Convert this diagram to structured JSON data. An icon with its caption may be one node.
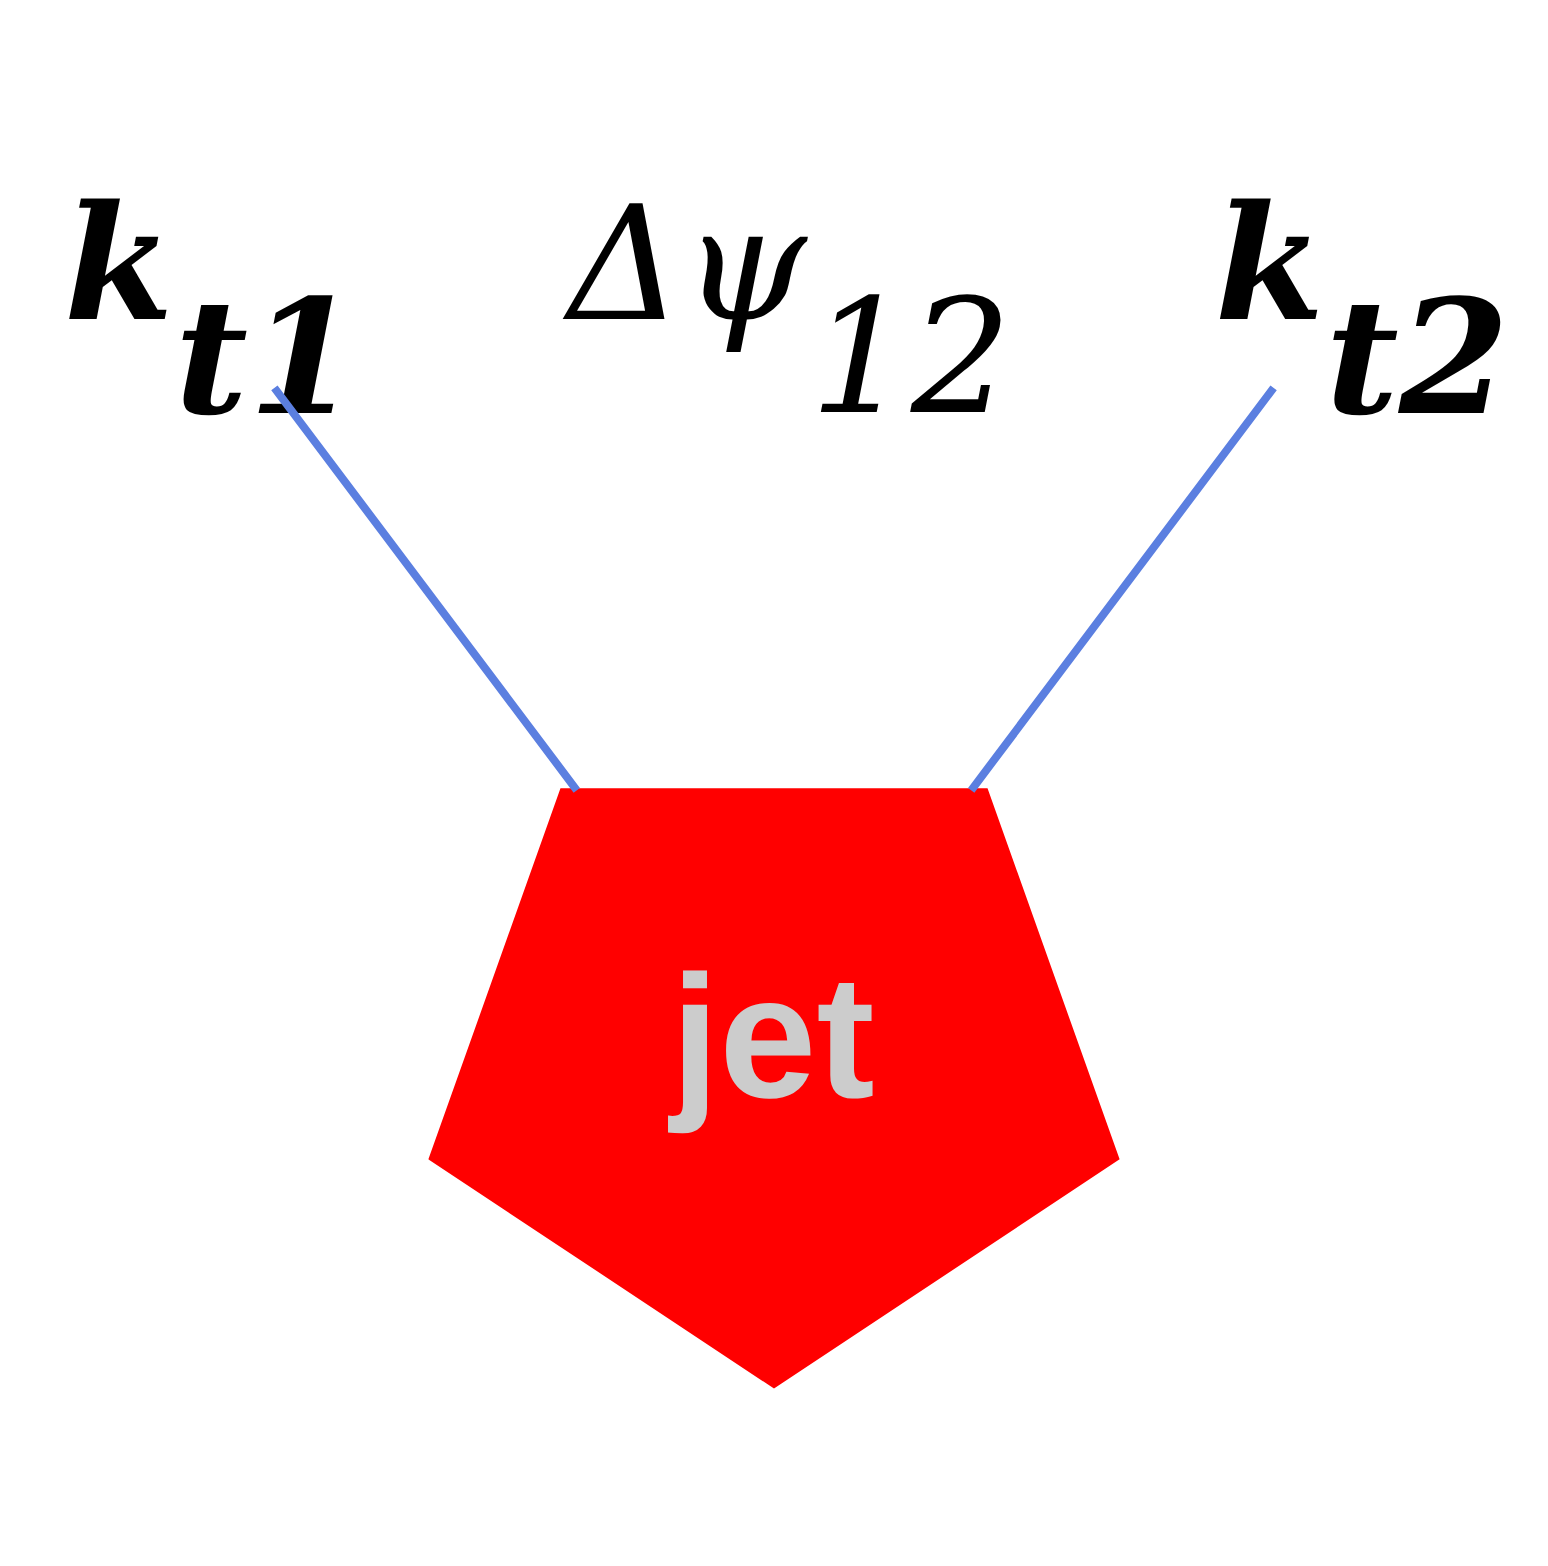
{
  "diagram": {
    "nodes": [
      {
        "text": [
          "k$_{t1}$"
        ]
      },
      {
        "text": [
          "k$_{t2}$"
        ]
      },
      {
        "text": [
          "jet"
        ]
      }
    ],
    "edges": [
      {
        "from": 2,
        "to": 0,
        "arrow": "none"
      },
      {
        "from": 2,
        "to": 1,
        "arrow": "none"
      }
    ],
    "labels": [
      "Δψ$_{12}$"
    ]
  }
}
